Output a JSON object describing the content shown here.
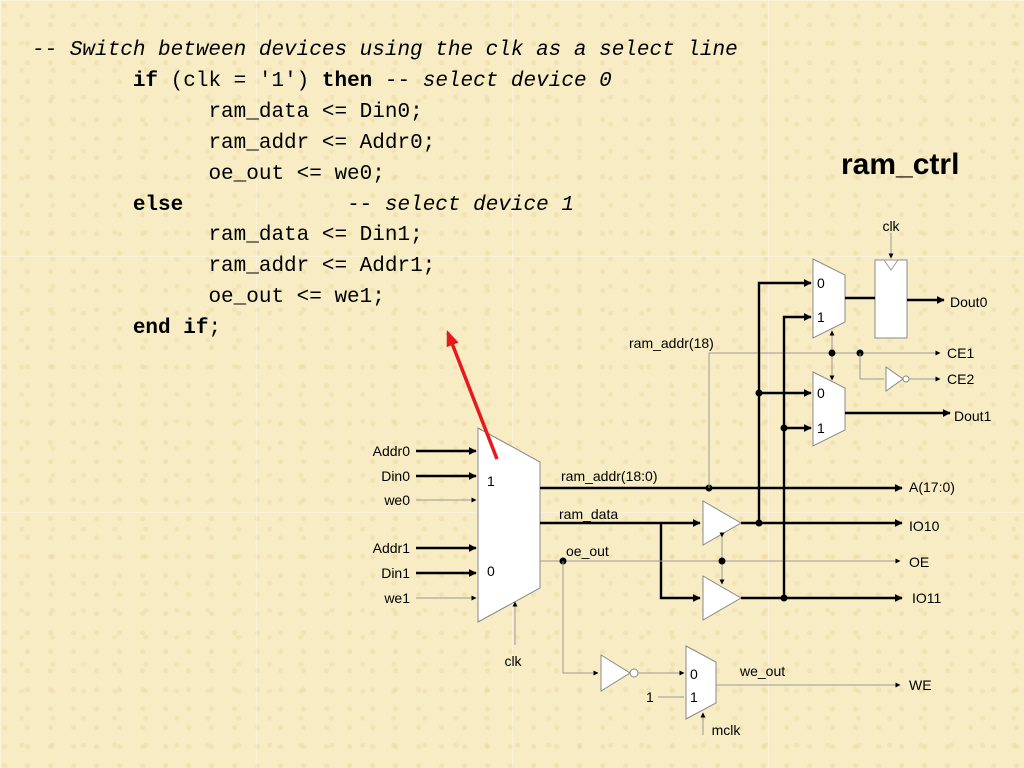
{
  "code": {
    "line1_comment": "-- Switch between devices using the clk as a select line",
    "if_kw": "if",
    "if_cond": " (clk = '1') ",
    "then_kw": "then",
    "then_dash": " -- ",
    "then_comment": "select device 0",
    "stmt1": "ram_data <= Din0;",
    "stmt2": "ram_addr <= Addr0;",
    "stmt3": "oe_out <= we0;",
    "else_kw": "else",
    "else_dash": "-- ",
    "else_comment": "select device 1",
    "stmt4": "ram_data <= Din1;",
    "stmt5": "ram_addr <= Addr1;",
    "stmt6": "oe_out <= we1;",
    "end_kw": "end if",
    "end_semi": ";"
  },
  "title": "ram_ctrl",
  "diagram": {
    "inputs": {
      "addr0": "Addr0",
      "din0": "Din0",
      "we0": "we0",
      "addr1": "Addr1",
      "din1": "Din1",
      "we1": "we1",
      "clk": "clk",
      "mclk": "mclk",
      "clk_top": "clk"
    },
    "mux_labels": {
      "main_1": "1",
      "main_0": "0",
      "top_0": "0",
      "top_1": "1",
      "mid_0": "0",
      "mid_1": "1",
      "we_0": "0",
      "we_1": "1",
      "const_1": "1"
    },
    "signals": {
      "ram_addr_18": "ram_addr(18)",
      "ram_addr_18_0": "ram_addr(18:0)",
      "ram_data": "ram_data",
      "oe_out": "oe_out",
      "we_out": "we_out"
    },
    "outputs": {
      "dout0": "Dout0",
      "ce1": "CE1",
      "ce2": "CE2",
      "dout1": "Dout1",
      "a": "A(17:0)",
      "io10": "IO10",
      "oe": "OE",
      "io11": "IO11",
      "we": "WE"
    },
    "colors": {
      "arrow": "#e8191c",
      "gate_stroke": "#888888"
    }
  }
}
